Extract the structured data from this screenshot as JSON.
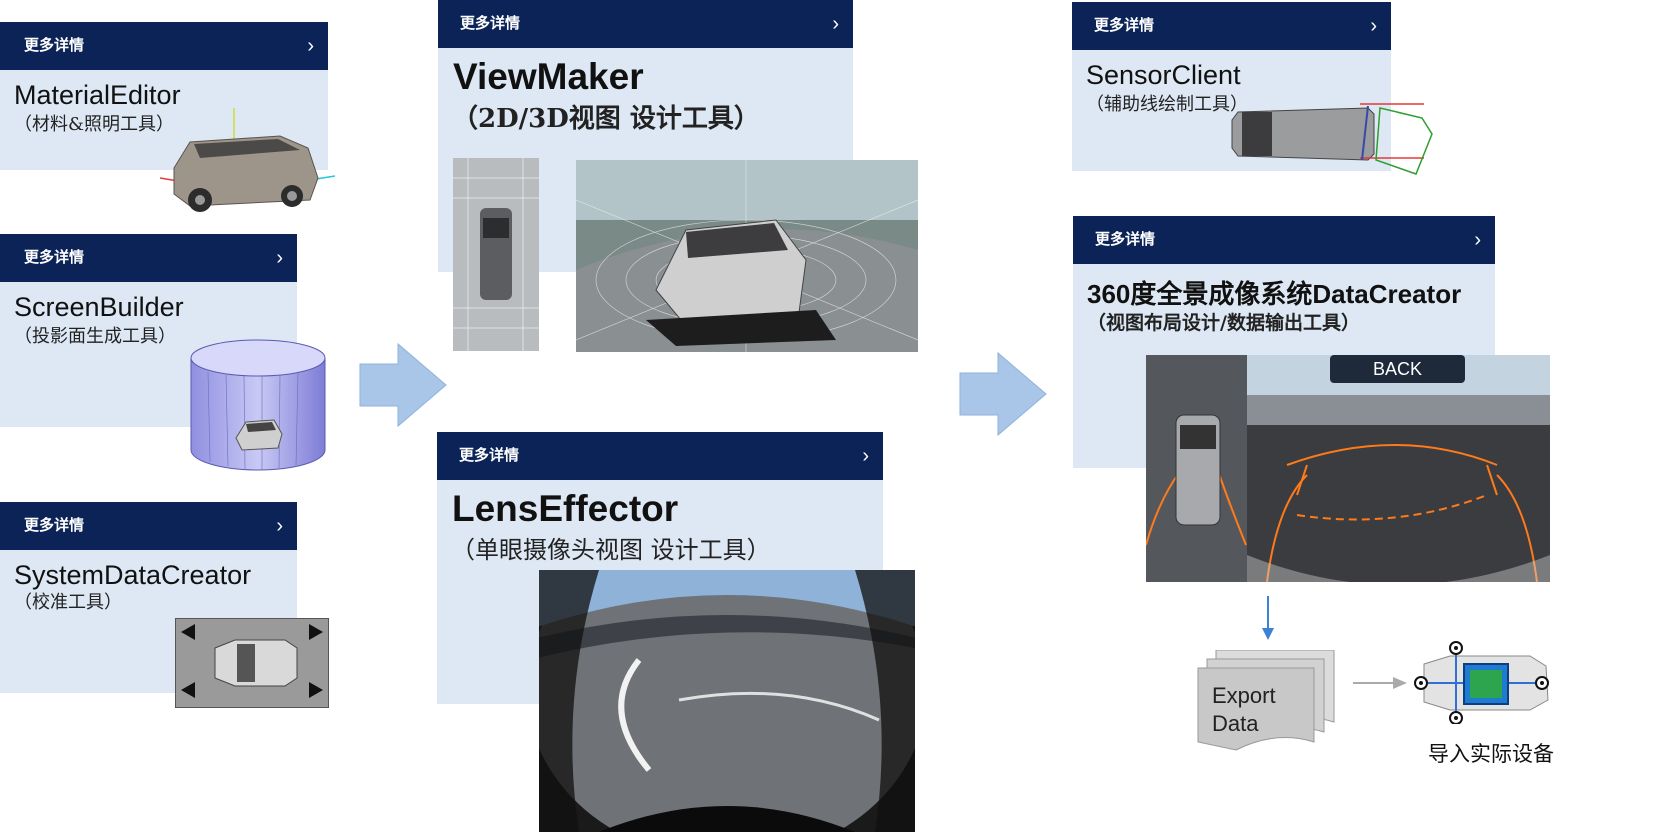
{
  "more_details_label": "更多详情",
  "chevron": "›",
  "tools": {
    "material_editor": {
      "name": "MaterialEditor",
      "desc": "（材料&照明工具）"
    },
    "screen_builder": {
      "name": "ScreenBuilder",
      "desc": "（投影面生成工具）"
    },
    "system_data_creator": {
      "name": "SystemDataCreator",
      "desc": "（校准工具）"
    },
    "view_maker": {
      "name": "ViewMaker",
      "desc": "（2D/3D视图 设计工具）"
    },
    "lens_effector": {
      "name": "LensEffector",
      "desc": "（单眼摄像头视图 设计工具）"
    },
    "sensor_client": {
      "name": "SensorClient",
      "desc": "（辅助线绘制工具）"
    },
    "data_creator_360": {
      "name": "360度全景成像系统DataCreator",
      "desc": "（视图布局设计/数据输出工具）"
    }
  },
  "back_label": "BACK",
  "export": {
    "line1": "Export",
    "line2": "Data"
  },
  "import_label": "导入实际设备",
  "colors": {
    "header_bar": "#0b2357",
    "card_bg": "#dde8f4",
    "flow_arrow": "#a9c6e8"
  },
  "icons": [
    "chevron-right-icon",
    "flow-arrow-icon",
    "down-arrow-icon",
    "right-arrow-icon"
  ]
}
